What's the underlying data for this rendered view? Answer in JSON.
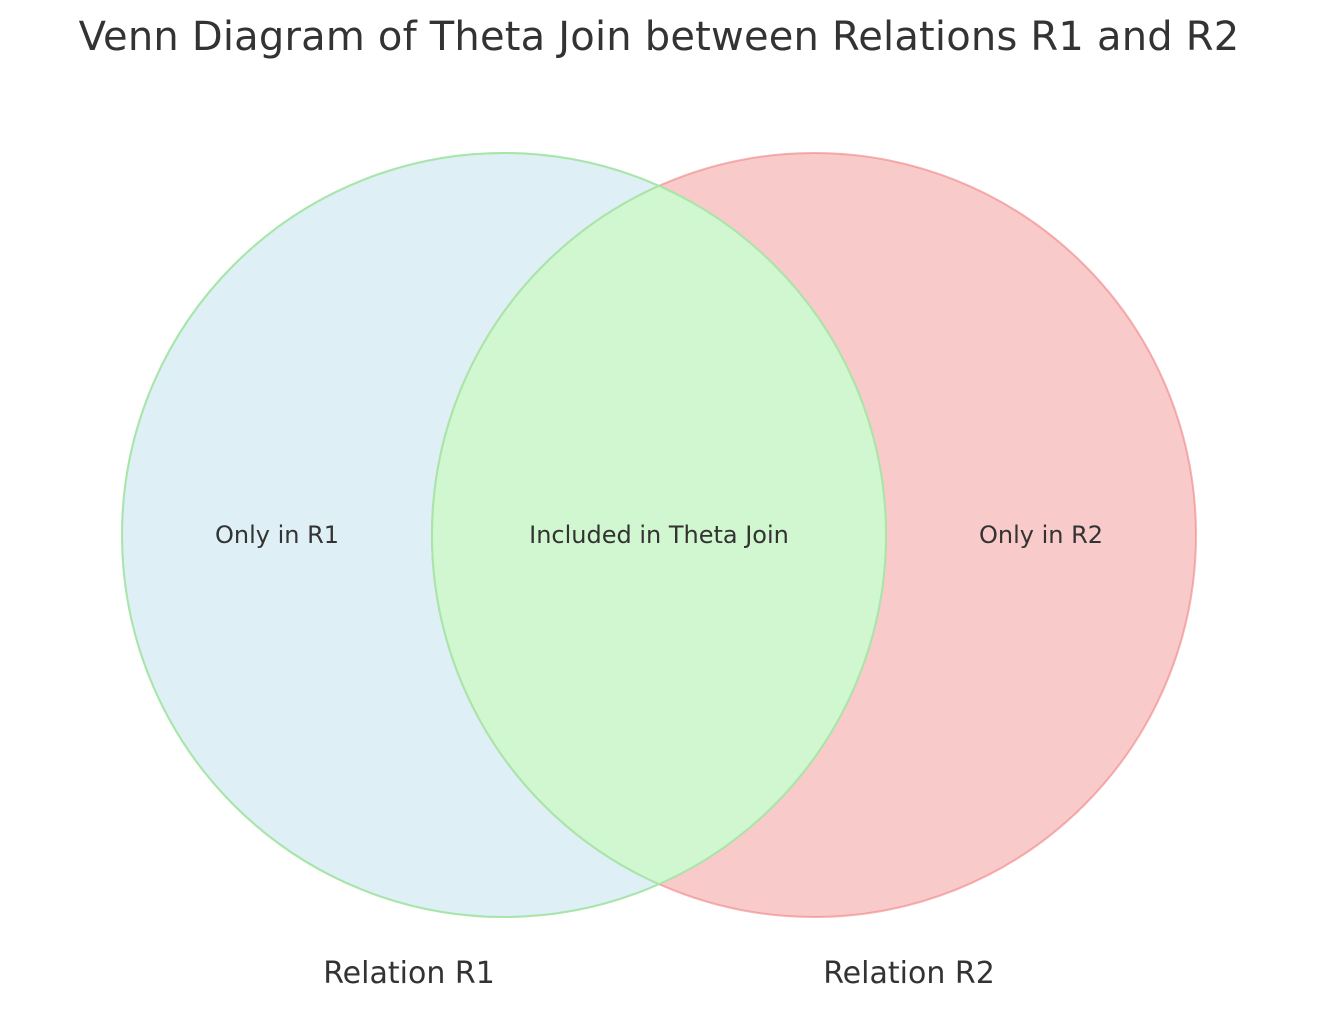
{
  "title": "Venn Diagram of Theta Join between Relations R1 and R2",
  "sets": [
    {
      "name": "Relation R1",
      "color": "#add8e6"
    },
    {
      "name": "Relation R2",
      "color": "#f08080"
    }
  ],
  "regions": {
    "only_r1": "Only in R1",
    "intersection": "Included in Theta Join",
    "only_r2": "Only in R2"
  },
  "colors": {
    "r1_fill": "#add8e6",
    "r2_fill": "#f08080",
    "intersection_fill": "#90ee90"
  }
}
